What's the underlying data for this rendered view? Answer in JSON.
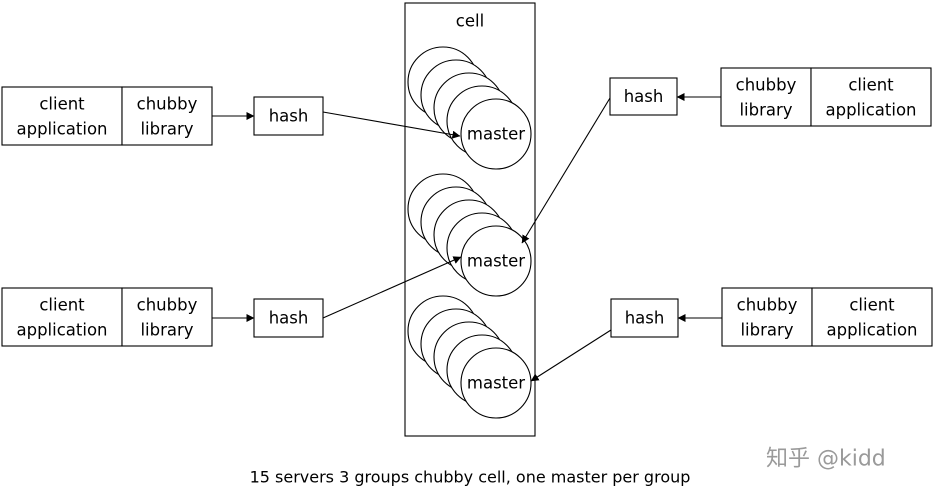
{
  "cell": {
    "label": "cell",
    "groups": [
      {
        "master_label": "master"
      },
      {
        "master_label": "master"
      },
      {
        "master_label": "master"
      }
    ]
  },
  "clients": [
    {
      "application_label": [
        "client",
        "application"
      ],
      "library_label": [
        "chubby",
        "library"
      ],
      "hash_label": "hash"
    },
    {
      "application_label": [
        "client",
        "application"
      ],
      "library_label": [
        "chubby",
        "library"
      ],
      "hash_label": "hash"
    },
    {
      "application_label": [
        "client",
        "application"
      ],
      "library_label": [
        "chubby",
        "library"
      ],
      "hash_label": "hash"
    },
    {
      "application_label": [
        "client",
        "application"
      ],
      "library_label": [
        "chubby",
        "library"
      ],
      "hash_label": "hash"
    }
  ],
  "caption": "15 servers 3 groups chubby cell, one master per group",
  "watermark": "知乎 @kidd",
  "colors": {
    "stroke": "#000000",
    "background": "#ffffff",
    "watermark": "#9a9a9a"
  }
}
